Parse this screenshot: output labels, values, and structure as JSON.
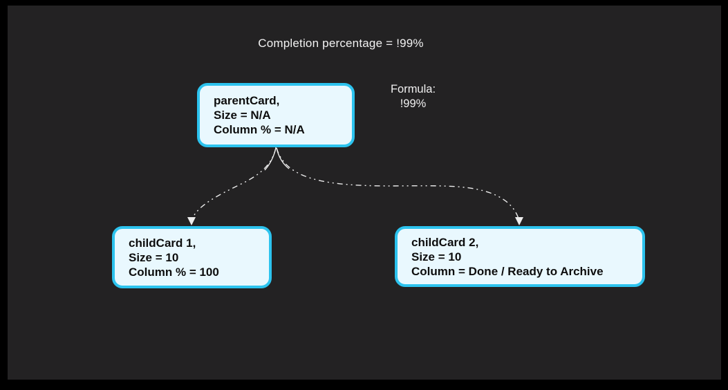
{
  "title": "Completion percentage = !99%",
  "formula": {
    "line1": "Formula:",
    "line2": "!99%"
  },
  "nodes": [
    {
      "id": "parentCard",
      "lines": [
        "parentCard,",
        "Size = N/A",
        "Column % = N/A"
      ]
    },
    {
      "id": "childCard 1",
      "lines": [
        "childCard 1,",
        "Size = 10",
        "Column % = 100"
      ]
    },
    {
      "id": "childCard 2",
      "lines": [
        "childCard 2,",
        "Size = 10",
        "Column = Done / Ready to Archive"
      ]
    }
  ],
  "edges": [
    {
      "from": "parentCard",
      "to": "childCard 1",
      "style": "dashed",
      "arrow": "triangle-down"
    },
    {
      "from": "parentCard",
      "to": "childCard 2",
      "style": "dashed",
      "arrow": "triangle-down"
    }
  ],
  "colors": {
    "canvas_background": "#232223",
    "frame": "#000000",
    "node_border": "#2cc3ee",
    "node_fill": "#e9f8fe",
    "node_text": "#0d0d0d",
    "edge": "#ededed",
    "label_text": "#f2f2f2"
  }
}
